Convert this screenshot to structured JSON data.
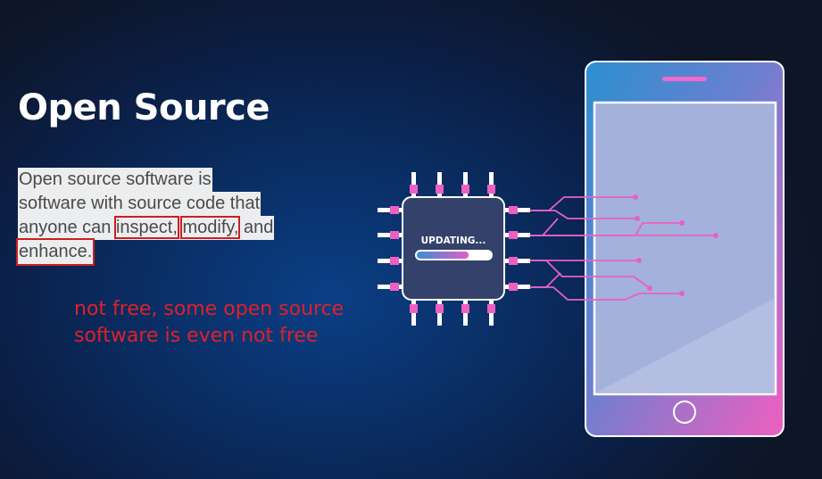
{
  "slide": {
    "title": "Open Source",
    "description": {
      "line1": "Open source software is",
      "line2": "software with source code that",
      "line3_prefix": "anyone can",
      "term_inspect": "inspect,",
      "term_modify": "modify,",
      "line3_suffix": "and",
      "term_enhance": "enhance."
    },
    "note": {
      "line1": "not free, some open source",
      "line2": "software is even not free"
    }
  },
  "illustration": {
    "chip_label": "UPDATING...",
    "progress": 0.7,
    "colors": {
      "accent_pink": "#ee5fc3",
      "chip_body": "#33416b",
      "phone_screen": "#a4b1da"
    }
  }
}
